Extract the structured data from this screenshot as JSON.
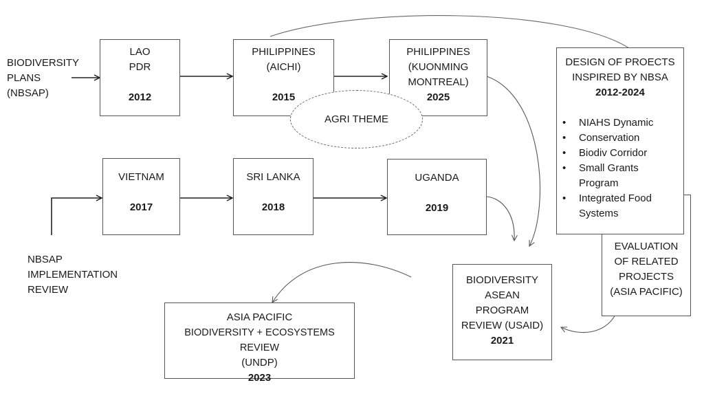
{
  "inputs": {
    "biodiversity_plans": [
      "BIODIVERSITY",
      "PLANS",
      "(NBSAP)"
    ],
    "implementation_review": [
      "NBSAP",
      "IMPLEMENTATION",
      "REVIEW"
    ]
  },
  "row1": [
    {
      "lines": [
        "LAO",
        "PDR"
      ],
      "year": "2012"
    },
    {
      "lines": [
        "PHILIPPINES",
        "(AICHI)"
      ],
      "year": "2015"
    },
    {
      "lines": [
        "PHILIPPINES",
        "(KUONMING",
        "MONTREAL)"
      ],
      "year": "2025"
    }
  ],
  "agri_theme": "AGRI THEME",
  "row2": [
    {
      "lines": [
        "VIETNAM"
      ],
      "year": "2017"
    },
    {
      "lines": [
        "SRI LANKA"
      ],
      "year": "2018"
    },
    {
      "lines": [
        "UGANDA"
      ],
      "year": "2019"
    }
  ],
  "design_box": {
    "lines": [
      "DESIGN OF PROECTS",
      "INSPIRED BY NBSA"
    ],
    "year": "2012-2024",
    "items": [
      "NIAHS Dynamic",
      "Conservation",
      "Biodiv Corridor",
      "Small Grants Program",
      "Integrated Food Systems"
    ]
  },
  "evaluation_box": {
    "lines": [
      "EVALUATION",
      "OF RELATED",
      "PROJECTS",
      "(ASIA PACIFIC)"
    ]
  },
  "asean_box": {
    "lines": [
      "BIODIVERSITY",
      "ASEAN",
      "PROGRAM",
      "REVIEW (USAID)"
    ],
    "year": "2021"
  },
  "asia_box": {
    "lines": [
      "ASIA PACIFIC",
      "BIODIVERSITY + ECOSYSTEMS REVIEW",
      "(UNDP)"
    ],
    "year": "2023"
  },
  "colors": {
    "stroke": "#555555",
    "text": "#1a1a1a"
  }
}
